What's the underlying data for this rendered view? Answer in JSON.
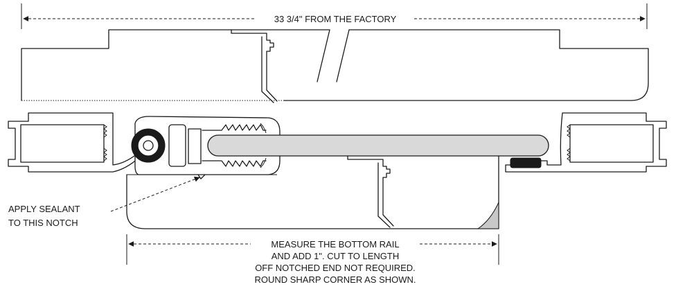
{
  "labels": {
    "top_dimension": "33 3/4\" FROM THE FACTORY",
    "sealant_line1": "APPLY SEALANT",
    "sealant_line2": "TO THIS NOTCH",
    "measure_line1": "MEASURE THE BOTTOM RAIL",
    "measure_line2": "AND ADD 1\".   CUT TO LENGTH",
    "measure_line3": "OFF NOTCHED END NOT REQUIRED.",
    "measure_line4": "ROUND SHARP CORNER AS SHOWN."
  },
  "colors": {
    "line": "#1a1a1a",
    "glass": "#d9d9d9",
    "shade": "#c8c8c8",
    "background": "#ffffff"
  }
}
